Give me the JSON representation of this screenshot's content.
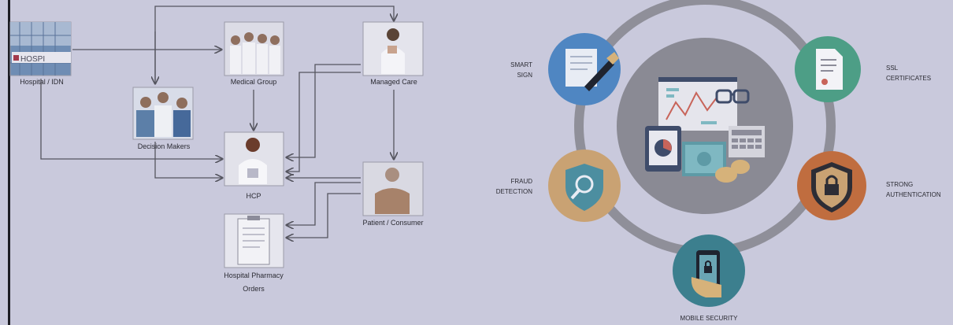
{
  "flow": {
    "hospital": "Hospital / IDN",
    "medical_group": "Medical Group",
    "managed_care": "Managed Care",
    "decision_makers": "Decision Makers",
    "hcp": "HCP",
    "patient": "Patient / Consumer",
    "pharmacy_line1": "Hospital Pharmacy",
    "pharmacy_line2": "Orders",
    "hospital_sign": "HOSPI"
  },
  "security": {
    "smart_sign_l1": "SMART",
    "smart_sign_l2": "SIGN",
    "ssl_l1": "SSL",
    "ssl_l2": "CERTIFICATES",
    "fraud_l1": "FRAUD",
    "fraud_l2": "DETECTION",
    "strong_l1": "STRONG",
    "strong_l2": "AUTHENTICATION",
    "mobile": "MOBILE SECURITY"
  },
  "colors": {
    "background": "#c9c9dc",
    "ring": "#8f8f99",
    "center": "#8a8a94",
    "smart_sign": "#4f86c2",
    "ssl": "#4d9e86",
    "fraud": "#c9a273",
    "strong": "#c06d3f",
    "mobile": "#3c7f8e",
    "arrow": "#55555f"
  }
}
